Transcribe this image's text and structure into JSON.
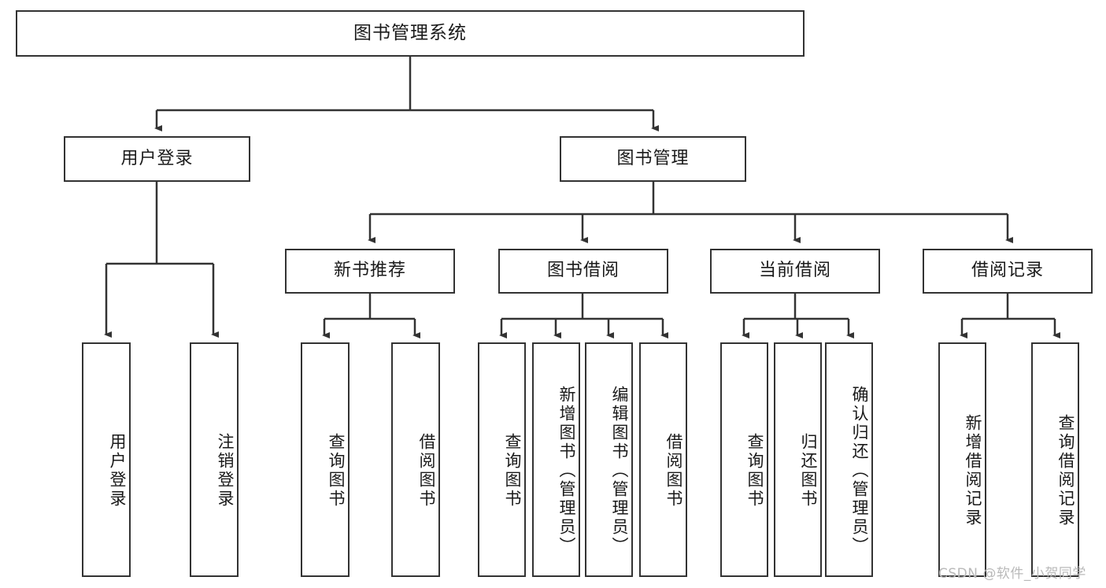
{
  "diagram": {
    "title": "图书管理系统",
    "watermark": "CSDN @软件_小贺同学",
    "colors": {
      "box_border": "#333333",
      "box_fill": "#ffffff",
      "edge": "#333333",
      "background": "#ffffff",
      "watermark": "#b9b9b9"
    },
    "nodes": {
      "root": {
        "label": "图书管理系统"
      },
      "level2": [
        {
          "id": "user-login",
          "label": "用户登录"
        },
        {
          "id": "book-manage",
          "label": "图书管理"
        }
      ],
      "level3": [
        {
          "id": "new-book-recommend",
          "label": "新书推荐"
        },
        {
          "id": "book-borrow",
          "label": "图书借阅"
        },
        {
          "id": "current-borrow",
          "label": "当前借阅"
        },
        {
          "id": "borrow-record",
          "label": "借阅记录"
        }
      ],
      "leaves": {
        "user-login": [
          {
            "id": "leaf-user-login",
            "label": "用户登录"
          },
          {
            "id": "leaf-logout",
            "label": "注销登录"
          }
        ],
        "new-book-recommend": [
          {
            "id": "leaf-query-book-1",
            "label": "查询图书"
          },
          {
            "id": "leaf-borrow-book-1",
            "label": "借阅图书"
          }
        ],
        "book-borrow": [
          {
            "id": "leaf-query-book-2",
            "label": "查询图书"
          },
          {
            "id": "leaf-add-book",
            "label": "新增图书（管理员）"
          },
          {
            "id": "leaf-edit-book",
            "label": "编辑图书（管理员）"
          },
          {
            "id": "leaf-borrow-book-2",
            "label": "借阅图书"
          }
        ],
        "current-borrow": [
          {
            "id": "leaf-query-book-3",
            "label": "查询图书"
          },
          {
            "id": "leaf-return-book",
            "label": "归还图书"
          },
          {
            "id": "leaf-confirm-return",
            "label": "确认归还（管理员）"
          }
        ],
        "borrow-record": [
          {
            "id": "leaf-add-record",
            "label": "新增借阅记录"
          },
          {
            "id": "leaf-query-record",
            "label": "查询借阅记录"
          }
        ]
      }
    }
  }
}
